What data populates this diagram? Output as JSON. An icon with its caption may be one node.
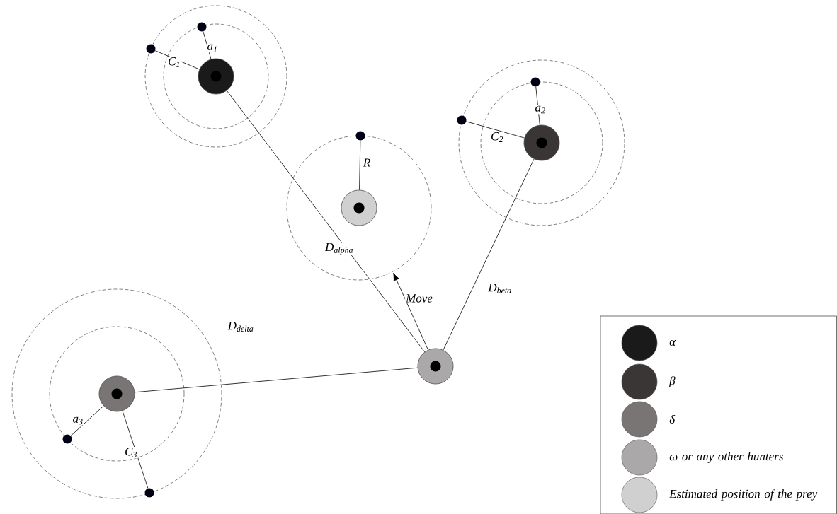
{
  "diagram": {
    "nodes": [
      {
        "text": [],
        "shape": "circle"
      },
      {
        "text": [],
        "shape": "circle"
      },
      {
        "text": [],
        "shape": "circle"
      },
      {
        "text": [],
        "shape": "circle"
      },
      {
        "text": [],
        "shape": "circle"
      },
      {
        "text": [],
        "shape": "circle"
      },
      {
        "text": [],
        "shape": "circle"
      },
      {
        "text": [],
        "shape": "circle"
      },
      {
        "text": [],
        "shape": "circle"
      },
      {
        "text": [],
        "shape": "circle"
      },
      {
        "text": [],
        "shape": "circle"
      },
      {
        "text": [],
        "shape": "circle"
      }
    ],
    "edges": [
      {
        "from": 0,
        "to": 1,
        "arrow": "none",
        "label": "a$_{1}$"
      },
      {
        "from": 0,
        "to": 2,
        "arrow": "none",
        "label": "C$_{1}$"
      },
      {
        "from": 3,
        "to": 4,
        "arrow": "none",
        "label": "a$_{2}$"
      },
      {
        "from": 3,
        "to": 5,
        "arrow": "none",
        "label": "C$_{2}$"
      },
      {
        "from": 6,
        "to": 7,
        "arrow": "none",
        "label": "R"
      },
      {
        "from": 8,
        "to": 9,
        "arrow": "none",
        "label": "a$_{3}$"
      },
      {
        "from": 8,
        "to": 10,
        "arrow": "none",
        "label": "C$_{3}$"
      },
      {
        "from": 11,
        "to": 0,
        "arrow": "none",
        "label": "D$_{alpha}$"
      },
      {
        "from": 11,
        "to": 3,
        "arrow": "none",
        "label": "D$_{beta}$"
      },
      {
        "from": 11,
        "to": 8,
        "arrow": "none",
        "label": "D$_{delta}$"
      },
      {
        "from": 11,
        "to": null,
        "arrow": "to",
        "label": "Move"
      }
    ],
    "legend": [
      {
        "text": "α",
        "color": "#1a1a1a"
      },
      {
        "text": "β",
        "color": "#3a3636"
      },
      {
        "text": "δ",
        "color": "#797575"
      },
      {
        "text": "ω or any other hunters",
        "color": "#aaa8a8"
      },
      {
        "text": "Estimated position of the prey",
        "color": "#d0d0d0"
      }
    ]
  }
}
